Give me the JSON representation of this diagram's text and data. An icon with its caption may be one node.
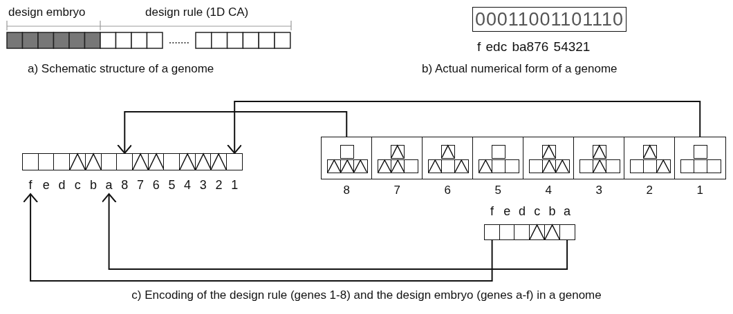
{
  "diagram": {
    "caption": "c) Encoding of the design rule (genes 1-8) and the design embryo (genes a-f) in a genome",
    "nodes": [
      {
        "text": [
          "00011001101110"
        ]
      },
      {
        "text": [],
        "shape": "box",
        "beside": [
          "f"
        ]
      },
      {
        "text": [],
        "shape": "box",
        "beside": [
          "e"
        ]
      },
      {
        "text": [],
        "shape": "box",
        "beside": [
          "d"
        ]
      },
      {
        "text": [],
        "shape": "triangle",
        "beside": [
          "c"
        ]
      },
      {
        "text": [],
        "shape": "triangle",
        "beside": [
          "b"
        ]
      },
      {
        "text": [],
        "shape": "box",
        "beside": [
          "a"
        ]
      },
      {
        "text": [],
        "shape": "box",
        "beside": [
          "8"
        ]
      },
      {
        "text": [],
        "shape": "triangle",
        "beside": [
          "7"
        ]
      },
      {
        "text": [],
        "shape": "triangle",
        "beside": [
          "6"
        ]
      },
      {
        "text": [],
        "shape": "box",
        "beside": [
          "5"
        ]
      },
      {
        "text": [],
        "shape": "triangle",
        "beside": [
          "4"
        ]
      },
      {
        "text": [],
        "shape": "triangle",
        "beside": [
          "3"
        ]
      },
      {
        "text": [],
        "shape": "triangle",
        "beside": [
          "2"
        ]
      },
      {
        "text": [],
        "shape": "box",
        "beside": [
          "1"
        ]
      },
      {
        "text": [],
        "shape": "box",
        "beside": [
          "8"
        ]
      },
      {
        "text": [],
        "shape": "box",
        "in": 15
      },
      {
        "text": [],
        "shape": "triangle",
        "in": 15
      },
      {
        "text": [],
        "shape": "triangle",
        "in": 15
      },
      {
        "text": [],
        "shape": "triangle",
        "in": 15
      },
      {
        "text": [],
        "shape": "box",
        "beside": [
          "7"
        ]
      },
      {
        "text": [],
        "shape": "triangle",
        "in": 20
      },
      {
        "text": [],
        "shape": "triangle",
        "in": 20
      },
      {
        "text": [],
        "shape": "triangle",
        "in": 20
      },
      {
        "text": [],
        "shape": "box",
        "in": 20
      },
      {
        "text": [],
        "shape": "box",
        "beside": [
          "6"
        ]
      },
      {
        "text": [],
        "shape": "triangle",
        "in": 25
      },
      {
        "text": [],
        "shape": "triangle",
        "in": 25
      },
      {
        "text": [],
        "shape": "box",
        "in": 25
      },
      {
        "text": [],
        "shape": "triangle",
        "in": 25
      },
      {
        "text": [],
        "shape": "box",
        "beside": [
          "5"
        ]
      },
      {
        "text": [],
        "shape": "box",
        "in": 30
      },
      {
        "text": [],
        "shape": "triangle",
        "in": 30
      },
      {
        "text": [],
        "shape": "box",
        "in": 30
      },
      {
        "text": [],
        "shape": "box",
        "in": 30
      },
      {
        "text": [],
        "shape": "box",
        "beside": [
          "4"
        ]
      },
      {
        "text": [],
        "shape": "triangle",
        "in": 35
      },
      {
        "text": [],
        "shape": "box",
        "in": 35
      },
      {
        "text": [],
        "shape": "triangle",
        "in": 35
      },
      {
        "text": [],
        "shape": "triangle",
        "in": 35
      },
      {
        "text": [],
        "shape": "box",
        "beside": [
          "3"
        ]
      },
      {
        "text": [],
        "shape": "triangle",
        "in": 40
      },
      {
        "text": [],
        "shape": "box",
        "in": 40
      },
      {
        "text": [],
        "shape": "triangle",
        "in": 40
      },
      {
        "text": [],
        "shape": "box",
        "in": 40
      },
      {
        "text": [],
        "shape": "box",
        "beside": [
          "2"
        ]
      },
      {
        "text": [],
        "shape": "triangle",
        "in": 45
      },
      {
        "text": [],
        "shape": "box",
        "in": 45
      },
      {
        "text": [],
        "shape": "box",
        "in": 45
      },
      {
        "text": [],
        "shape": "triangle",
        "in": 45
      },
      {
        "text": [],
        "shape": "box",
        "beside": [
          "1"
        ]
      },
      {
        "text": [],
        "shape": "box",
        "in": 50
      },
      {
        "text": [],
        "shape": "box",
        "in": 50
      },
      {
        "text": [],
        "shape": "box",
        "in": 50
      },
      {
        "text": [],
        "shape": "box",
        "in": 50
      },
      {
        "text": [],
        "shape": "box",
        "beside": [
          "f"
        ]
      },
      {
        "text": [],
        "shape": "box",
        "beside": [
          "e"
        ]
      },
      {
        "text": [],
        "shape": "box",
        "beside": [
          "d"
        ]
      },
      {
        "text": [],
        "shape": "triangle",
        "beside": [
          "c"
        ]
      },
      {
        "text": [],
        "shape": "triangle",
        "beside": [
          "b"
        ]
      },
      {
        "text": [],
        "shape": "box",
        "beside": [
          "a"
        ]
      }
    ],
    "edges": [
      {
        "from": 15,
        "to": 7,
        "arrow": "to"
      },
      {
        "from": 50,
        "to": 14,
        "arrow": "to"
      },
      {
        "from": 55,
        "to": 1,
        "arrow": "to"
      },
      {
        "from": 60,
        "to": 6,
        "arrow": "to"
      }
    ],
    "labels": [
      "design embryo",
      "design rule (1D CA)",
      "f edc ba876 54321",
      "a) Schematic structure of a genome",
      "b) Actual numerical form of a genome"
    ]
  }
}
